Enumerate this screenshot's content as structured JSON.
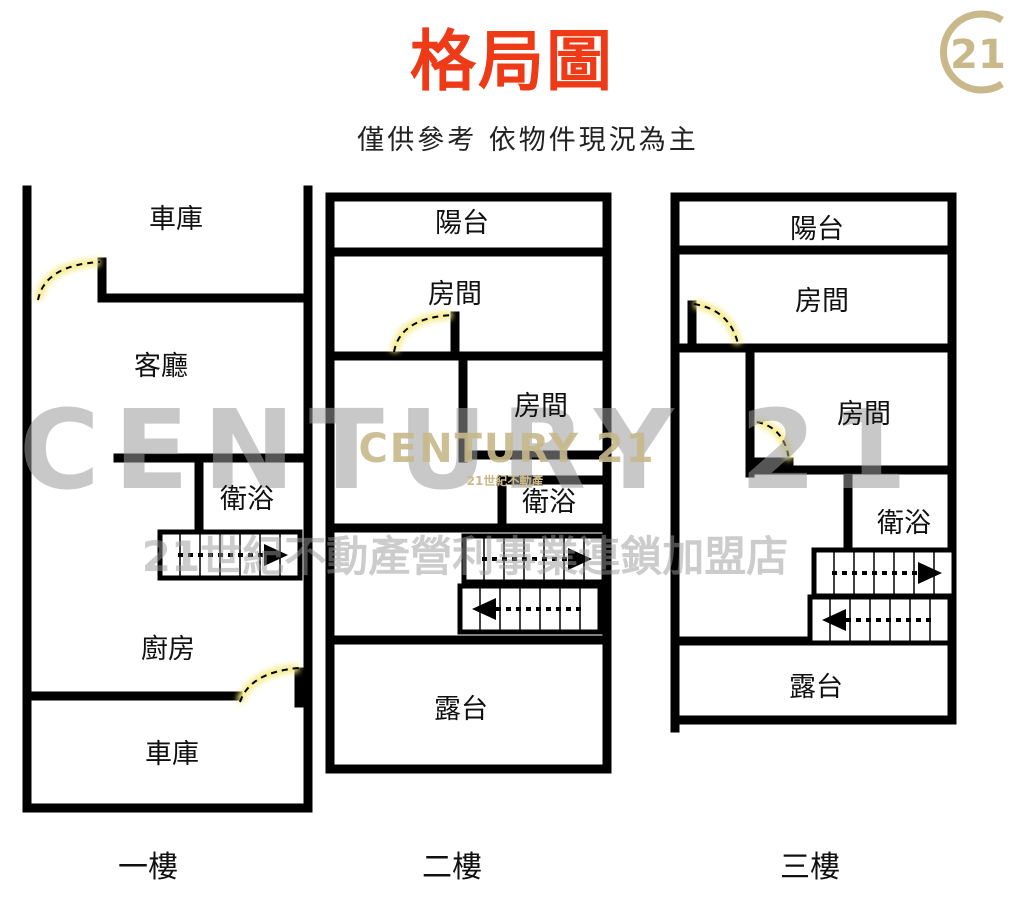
{
  "header": {
    "title": "格局圖",
    "subtitle": "僅供參考 依物件現況為主",
    "title_color": "#ee3a17"
  },
  "logo": {
    "text": "21",
    "color": "#c8b88a"
  },
  "watermark": {
    "large": "CENTURY 21",
    "brand": "CENTURY 21",
    "brand_sub": "21世紀不動產",
    "line2": "21世紀不動產營利事業連鎖加盟店",
    "gray": "#b8b8b8",
    "gold": "#c8b88a"
  },
  "floors": [
    {
      "label": "一樓",
      "rooms": [
        "車庫",
        "客廳",
        "衛浴",
        "廚房",
        "車庫"
      ]
    },
    {
      "label": "二樓",
      "rooms": [
        "陽台",
        "房間",
        "房間",
        "衛浴",
        "露台"
      ]
    },
    {
      "label": "三樓",
      "rooms": [
        "陽台",
        "房間",
        "房間",
        "衛浴",
        "露台"
      ]
    }
  ]
}
